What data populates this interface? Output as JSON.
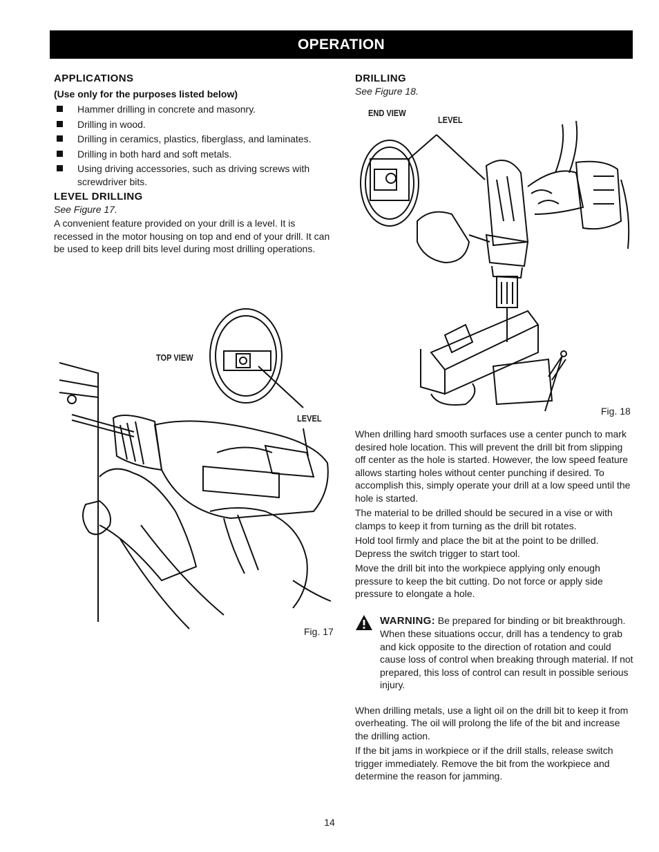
{
  "header": {
    "title": "OPERATION"
  },
  "applications": {
    "heading": "APPLICATIONS",
    "subheading": "(Use only for the purposes listed below)",
    "items": [
      "Hammer drilling in concrete and masonry.",
      "Drilling in wood.",
      "Drilling in ceramics, plastics, fiberglass, and laminates.",
      "Drilling in both hard and soft metals.",
      "Using driving accessories, such as driving screws with screwdriver bits."
    ]
  },
  "level_drilling": {
    "heading": "LEVEL DRILLING",
    "see_figure": "See Figure 17.",
    "body": "A convenient feature provided on your drill is a level. It is recessed in the motor housing on top and end of your drill. It can be used to keep drill bits level during most drilling operations."
  },
  "figure17": {
    "top_view_label": "TOP VIEW",
    "level_label": "LEVEL",
    "caption": "Fig. 17"
  },
  "drilling": {
    "heading": "DRILLING",
    "see_figure": "See Figure 18.",
    "paragraphs": [
      "When drilling hard smooth surfaces use a center punch to mark desired hole location. This will prevent the drill bit from slipping off center as the hole is started. However, the low speed feature allows starting holes without center punching if desired. To accomplish this, simply operate your drill at a low speed until the hole is started.",
      "The material to be drilled should be secured in a vise or with clamps to keep it from turning as the drill bit rotates.",
      "Hold tool firmly and place the bit at the point to be drilled. Depress the switch trigger to start tool.",
      "Move the drill bit into the workpiece applying only enough pressure to keep the bit cutting. Do not force or apply side pressure to elongate a hole."
    ],
    "warning_word": "WARNING:",
    "warning_text": "Be prepared for binding or bit breakthrough. When these situations occur, drill has a tendency to grab and kick opposite to the direction of rotation and could cause loss of control when breaking through material. If not prepared, this loss of control can result in possible serious injury.",
    "after_paragraphs": [
      "When drilling metals, use a light oil on the drill bit to keep it from overheating. The oil will prolong the life of the bit and increase the drilling action.",
      "If the bit jams in workpiece or if the drill stalls, release switch trigger immediately. Remove the bit from the workpiece and determine the reason for jamming."
    ]
  },
  "figure18": {
    "end_view_label": "END VIEW",
    "level_label": "LEVEL",
    "caption": "Fig. 18"
  },
  "page_number": "14",
  "colors": {
    "banner_bg": "#000000",
    "banner_text": "#ffffff",
    "text": "#1a1a1a"
  }
}
